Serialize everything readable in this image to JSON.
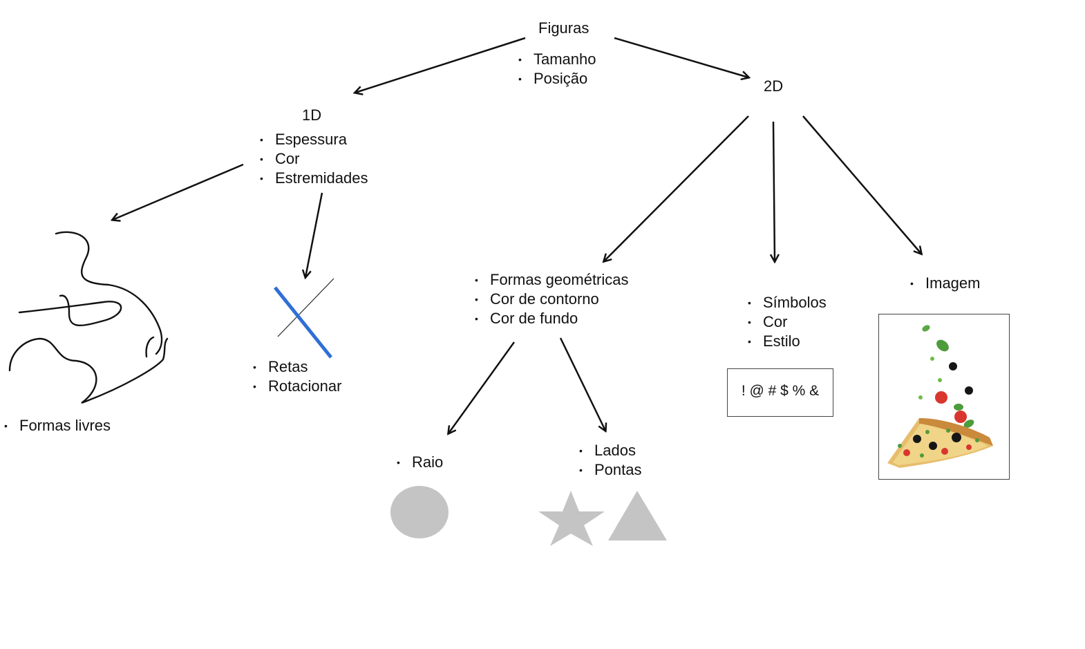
{
  "root": {
    "title": "Figuras",
    "items": [
      "Tamanho",
      "Posição"
    ]
  },
  "one_d": {
    "title": "1D",
    "items": [
      "Espessura",
      "Cor",
      "Estremidades"
    ],
    "free": {
      "items": [
        "Formas livres"
      ]
    },
    "lines": {
      "items": [
        "Retas",
        "Rotacionar"
      ]
    }
  },
  "two_d": {
    "title": "2D",
    "geometric": {
      "items": [
        "Formas geométricas",
        "Cor de contorno",
        "Cor de fundo"
      ],
      "round": {
        "items": [
          "Raio"
        ]
      },
      "sided": {
        "items": [
          "Lados",
          "Pontas"
        ]
      }
    },
    "symbols": {
      "items": [
        "Símbolos",
        "Cor",
        "Estilo"
      ],
      "sample": "! @ # $ % &"
    },
    "image": {
      "items": [
        "Imagem"
      ]
    }
  },
  "colors": {
    "arrow": "#111111",
    "accent_line": "#2f6fd6",
    "shape_fill": "#c4c4c4",
    "border": "#444444"
  },
  "icons": [
    "circle-shape-icon",
    "star-shape-icon",
    "triangle-shape-icon",
    "pizza-image-icon"
  ]
}
